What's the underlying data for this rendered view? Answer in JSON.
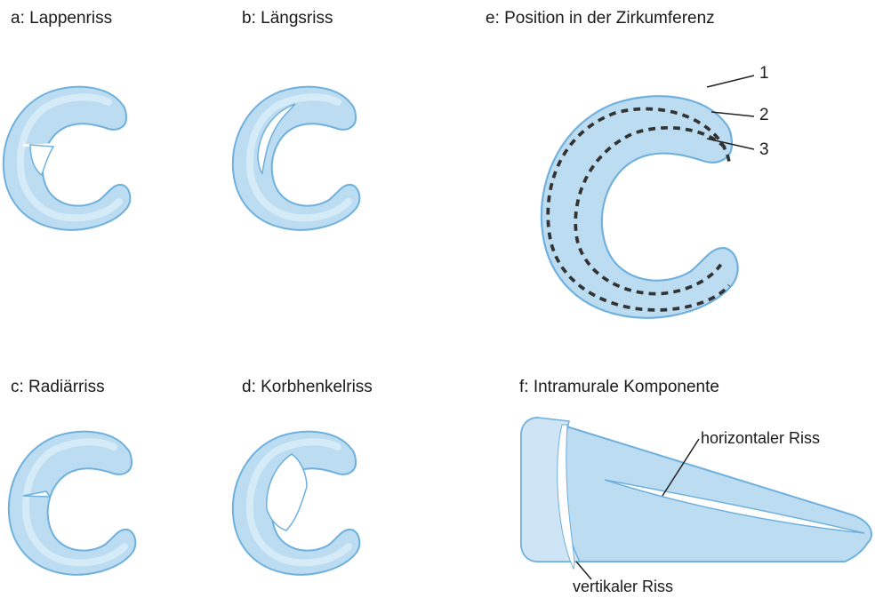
{
  "panels": {
    "a": {
      "title": "a: Lappenriss"
    },
    "b": {
      "title": "b: Längsriss"
    },
    "c": {
      "title": "c: Radiärriss"
    },
    "d": {
      "title": "d: Korbhenkelriss"
    },
    "e": {
      "title": "e: Position in der Zirkumferenz",
      "zones": [
        "1",
        "2",
        "3"
      ]
    },
    "f": {
      "title": "f: Intramurale Komponente",
      "horizontal": "horizontaler Riss",
      "vertical": "vertikaler Riss"
    }
  },
  "colors": {
    "fill": "#bcdcf2",
    "fill_light": "#d6ebf8",
    "stroke": "#6fb0dd",
    "shadow": "#94c6e8"
  }
}
